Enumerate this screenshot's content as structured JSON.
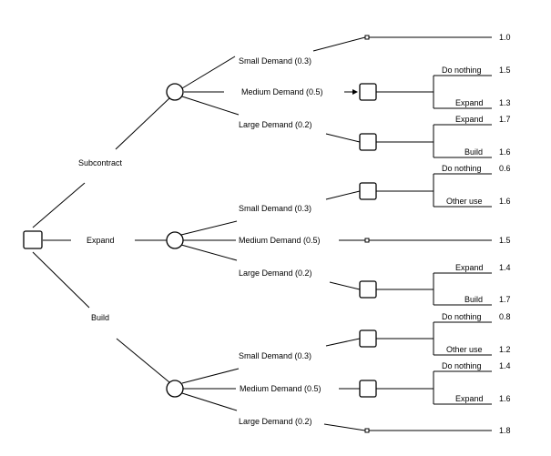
{
  "decisions": {
    "subcontract": "Subcontract",
    "expand": "Expand",
    "build": "Build"
  },
  "branches": {
    "sub_small": "Small Demand (0.3)",
    "sub_medium": "Medium Demand (0.5)",
    "sub_large": "Large Demand (0.2)",
    "exp_small": "Small Demand (0.3)",
    "exp_medium": "Medium Demand (0.5)",
    "exp_large": "Large Demand (0.2)",
    "bld_small": "Small Demand (0.3)",
    "bld_medium": "Medium Demand (0.5)",
    "bld_large": "Large Demand (0.2)"
  },
  "options": {
    "o1": "Do nothing",
    "o2": "Expand",
    "o3": "Expand",
    "o4": "Build",
    "o5": "Do nothing",
    "o6": "Other use",
    "o7": "Expand",
    "o8": "Build",
    "o9": "Do nothing",
    "o10": "Other use",
    "o11": "Do nothing",
    "o12": "Expand"
  },
  "values": {
    "v_sub_small": "1.0",
    "v_o1": "1.5",
    "v_o2": "1.3",
    "v_o3": "1.7",
    "v_o4": "1.6",
    "v_o5": "0.6",
    "v_o6": "1.6",
    "v_exp_medium": "1.5",
    "v_o7": "1.4",
    "v_o8": "1.7",
    "v_o9": "0.8",
    "v_o10": "1.2",
    "v_o11": "1.4",
    "v_o12": "1.6",
    "v_bld_large": "1.8"
  }
}
